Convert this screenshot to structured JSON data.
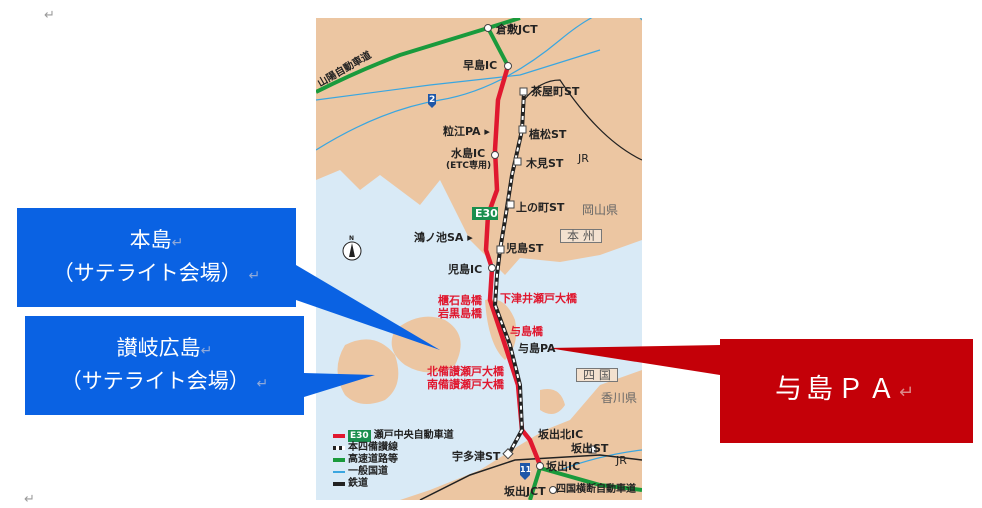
{
  "paragraph_mark": "↵",
  "callouts": {
    "honjima": {
      "line1": "本島",
      "line2": "（サテライト会場）"
    },
    "sanuki_hiroshima": {
      "line1": "讃岐広島",
      "line2": "（サテライト会場）"
    },
    "yoshima_pa": {
      "label": "与島ＰＡ"
    }
  },
  "colors": {
    "callout_blue": "#0a62e3",
    "callout_red": "#c40008",
    "expressway_red": "#e0182f",
    "highway_green": "#1a9a3c",
    "land": "#ecc6a2",
    "sea": "#d9eaf6"
  },
  "map": {
    "labels": {
      "kurashiki_jct": "倉敷JCT",
      "sanyo_expressway": "山陽自動車道",
      "hayashima_ic": "早島IC",
      "route2": "2",
      "chayamachi_st": "茶屋町ST",
      "tsubue_pa": "粒江PA ▸",
      "ueno_matsu_st": "植松ST",
      "mizushima_ic": "水島IC",
      "etc_only": "(ETC専用)",
      "kimi_st": "木見ST",
      "jr_north": "JR",
      "e30": "E30",
      "kaminocho_st": "上の町ST",
      "okayama_pref": "岡山県",
      "kounoike_sa": "鴻ノ池SA ▸",
      "honshu": "本 州",
      "kojima_st": "児島ST",
      "kojima_ic": "児島IC",
      "hitsuishijima_bridge": "櫃石島橋",
      "iwakurojima_bridge": "岩黒島橋",
      "shimotsui_bridge": "下津井瀬戸大橋",
      "yoshima_bridge": "与島橋",
      "yoshima_pa": "与島PA",
      "kitabisan_bridge": "北備讃瀬戸大橋",
      "minamibisan_bridge": "南備讃瀬戸大橋",
      "shikoku": "四 国",
      "kagawa_pref": "香川県",
      "sakaide_kita_ic": "坂出北IC",
      "sakaide_st": "坂出ST",
      "utazu_st": "宇多津ST",
      "jr_south": "JR",
      "sakaide_ic": "坂出IC",
      "route11": "11",
      "sakaide_jct": "坂出JCT",
      "shikoku_odan": "四国横断自動車道",
      "compass_n": "N"
    },
    "legend": [
      {
        "badge": "E30",
        "label": "瀬戸中央自動車道"
      },
      {
        "label": "本四備讃線"
      },
      {
        "label": "高速道路等"
      },
      {
        "label": "一般国道"
      },
      {
        "label": "鉄道"
      }
    ]
  }
}
